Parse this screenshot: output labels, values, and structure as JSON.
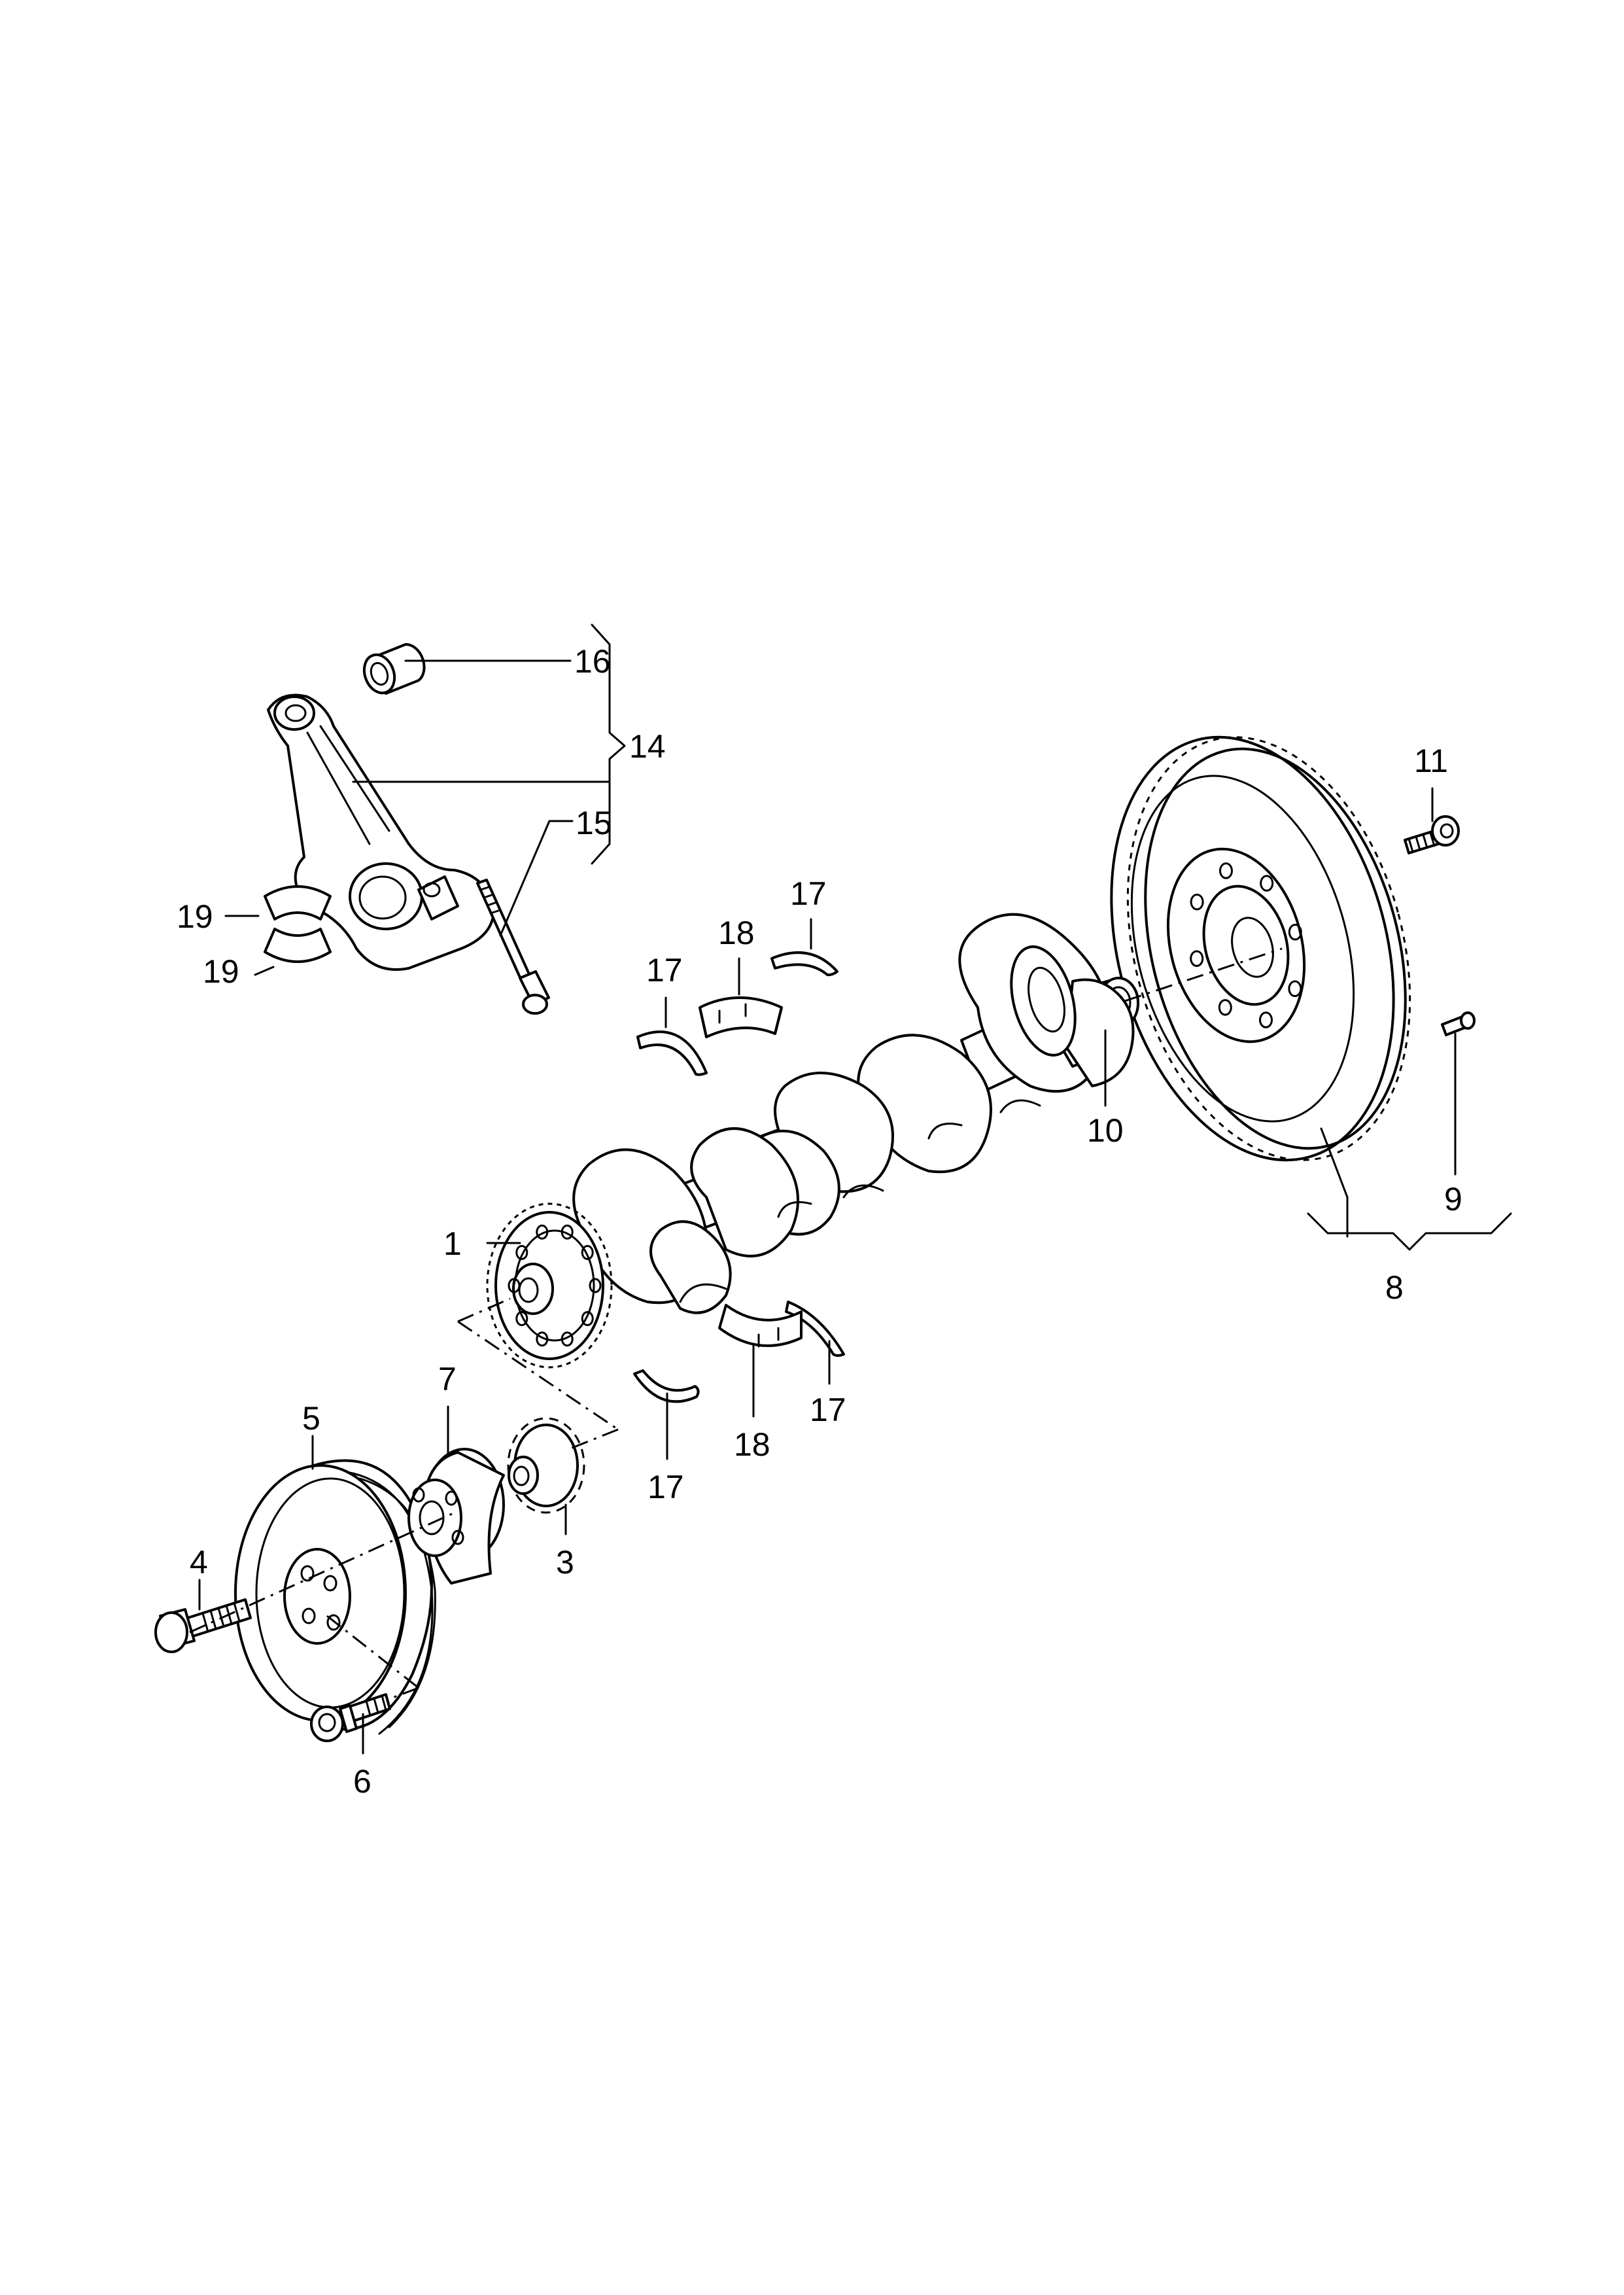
{
  "callouts": [
    {
      "id": "c1",
      "label": "1"
    },
    {
      "id": "c3",
      "label": "3"
    },
    {
      "id": "c4",
      "label": "4"
    },
    {
      "id": "c5",
      "label": "5"
    },
    {
      "id": "c6",
      "label": "6"
    },
    {
      "id": "c7",
      "label": "7"
    },
    {
      "id": "c8",
      "label": "8"
    },
    {
      "id": "c9",
      "label": "9"
    },
    {
      "id": "c10",
      "label": "10"
    },
    {
      "id": "c11",
      "label": "11"
    },
    {
      "id": "c14",
      "label": "14"
    },
    {
      "id": "c15",
      "label": "15"
    },
    {
      "id": "c16",
      "label": "16"
    },
    {
      "id": "c17a",
      "label": "17"
    },
    {
      "id": "c17b",
      "label": "17"
    },
    {
      "id": "c17c",
      "label": "17"
    },
    {
      "id": "c17d",
      "label": "17"
    },
    {
      "id": "c18a",
      "label": "18"
    },
    {
      "id": "c18b",
      "label": "18"
    },
    {
      "id": "c19a",
      "label": "19"
    },
    {
      "id": "c19b",
      "label": "19"
    }
  ]
}
